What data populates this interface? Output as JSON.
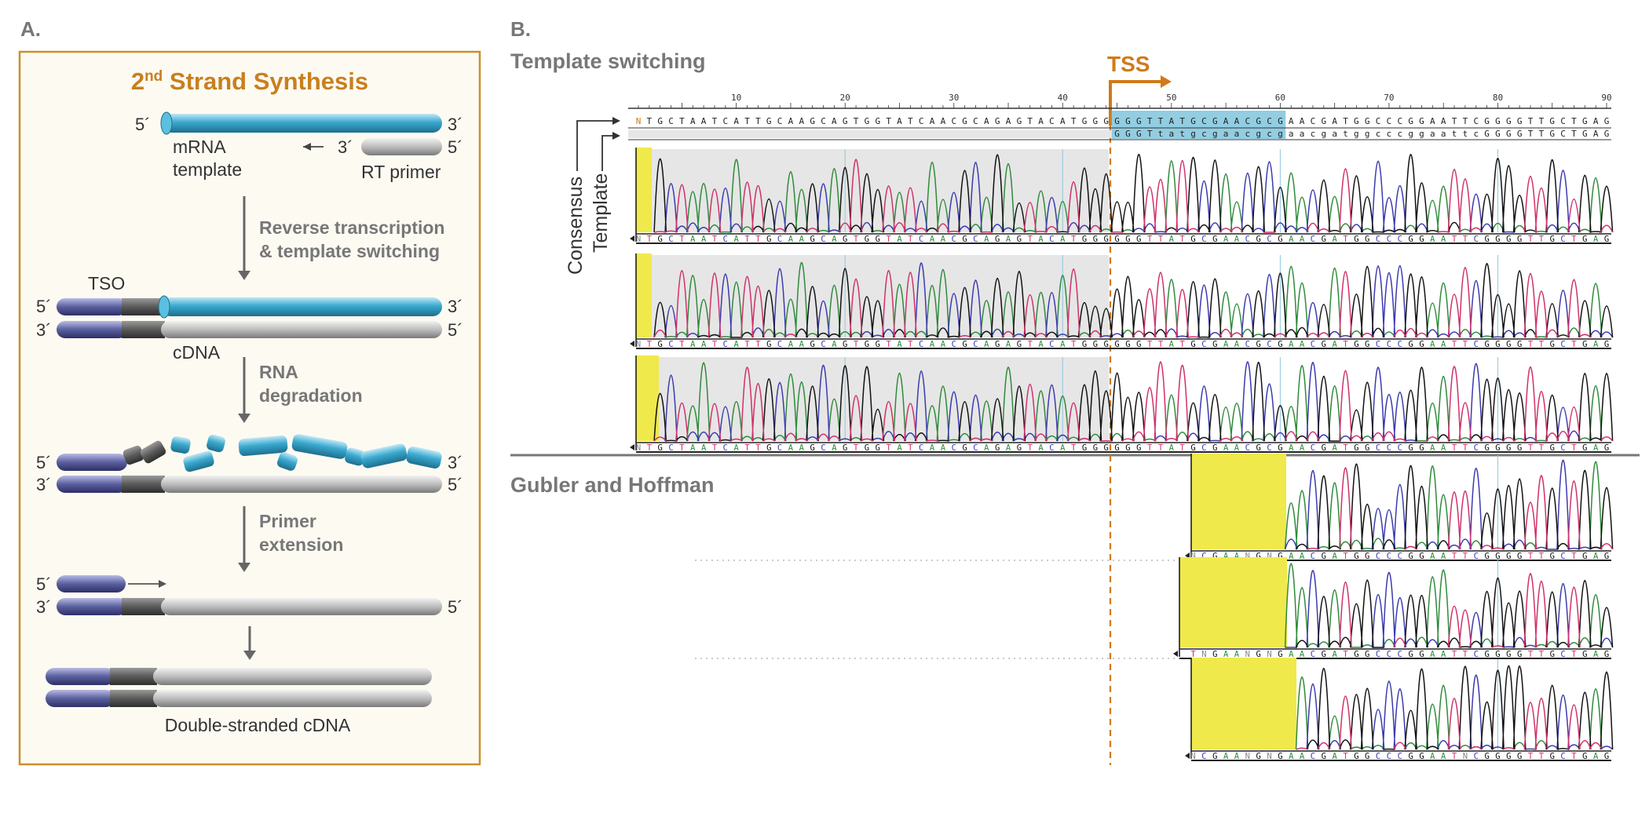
{
  "panel_a": {
    "label": "A.",
    "title_main": "2",
    "title_sup": "nd",
    "title_rest": " Strand Synthesis",
    "five_prime": "5´",
    "three_prime": "3´",
    "mrna_label_1": "mRNA",
    "mrna_label_2": "template",
    "rt_primer_label": "RT primer",
    "step1_1": "Reverse transcription",
    "step1_2": "& template switching",
    "tso_label": "TSO",
    "cdna_label": "cDNA",
    "step2_1": "RNA",
    "step2_2": "degradation",
    "step3_1": "Primer",
    "step3_2": "extension",
    "final_label": "Double-stranded cDNA"
  },
  "panel_b": {
    "label": "B.",
    "section1_title": "Template switching",
    "section2_title": "Gubler and Hoffman",
    "tss_label": "TSS",
    "consensus_label": "Consensus",
    "template_label": "Template",
    "ruler_ticks": [
      "10",
      "20",
      "30",
      "40",
      "50",
      "60",
      "70",
      "80",
      "90"
    ],
    "consensus_seq": "NTGCTAATCATTGCAAGCAGTGGTATCAACGCAGAGTACATGGGGGGTTATGCGAACGCGAACGATGGCCCGGAATTCGGGGTTGCTGAG",
    "template_seq": "GGGTtatgcgaacgcgaacgatggcccggaattcGGGGTTGCTGAG",
    "ts_reads": [
      "NTGCTAATCATTGCAAGCAGTGGTATCAACGCAGAGTACATGGGGGGTTATGCGAACGCGAACGATGGCCCGGAATTCGGGGTTGCTGAG",
      "NTGCTAATCATTGCAAGCAGTGGTATCAACGCAGAGTACATGGGGGGTTATGCGAACGCGAACGATGGCCCGGAATTCGGGGTTGCTGAG",
      "NTGCTAATCATTGCAAGCAGTGGTATCAACGCAGAGTACATGGGGGGTTATGCGAACGCGAACGATGGCCCGGAATTCGGGGTTGCTGAG"
    ],
    "gh_reads": [
      "NCGAANGNGAACGATGGCCCGGAATTCGGGGTTGCTGAG",
      "TNGAANGNGAACGATGGCCCGGAATTCGGGGTTGCTGAG",
      "NCGAANGNGAACGATGGCCCGGAATNCGGGGTTGCTGAG"
    ]
  },
  "colors": {
    "frame_border": "#c8902e",
    "frame_fill": "#fdfaf2",
    "title_orange": "#c8801e",
    "mrna_blue": "#3aa9cf",
    "tso_purple": "#5a5f9e",
    "cdna_grey": "#b9b9b9",
    "tss_orange": "#d07a1a",
    "highlight_blue": "#7fc4dc",
    "yellow": "#efe94c",
    "base_A": "#2e8b3a",
    "base_C": "#3a3ab0",
    "base_G": "#111111",
    "base_T": "#d0306a"
  }
}
